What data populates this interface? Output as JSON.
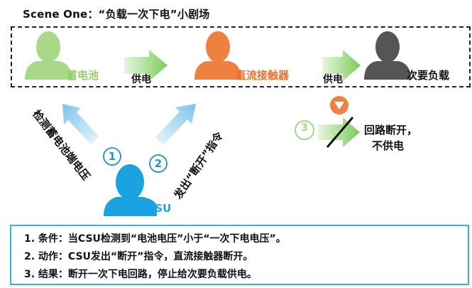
{
  "title": "Scene One：“负载一次下电”小剧场",
  "nodes": {
    "battery_label": "蓄电池",
    "contactor_label": "直流接触器",
    "load_label": "次要负载",
    "csu_label": "CSU"
  },
  "arrows": {
    "supply_1": "供电",
    "supply_2": "供电"
  },
  "csu_actions": {
    "detect_text": "检测蓄电池端电压",
    "issue_text": "发出“断开”指令",
    "step1": "1",
    "step2": "2"
  },
  "result": {
    "step3": "3",
    "line1": "回路断开，",
    "line2": "不供电"
  },
  "notes": [
    "1. 条件：当CSU检测到“电池电压”小于“一次下电电压”。",
    "2. 动作：CSU发出“断开”指令，直流接触器断开。",
    "3. 结果：断开一次下电回路，停止给次要负载供电。"
  ],
  "colors": {
    "battery_green": "#a8d888",
    "contactor_orange": "#ee8040",
    "load_gray": "#555555",
    "csu_blue": "#1aa3e0",
    "arrow_green": "#7ccc5a",
    "arrow_blue": "#8ccbec",
    "note_border": "#35b6d6"
  }
}
